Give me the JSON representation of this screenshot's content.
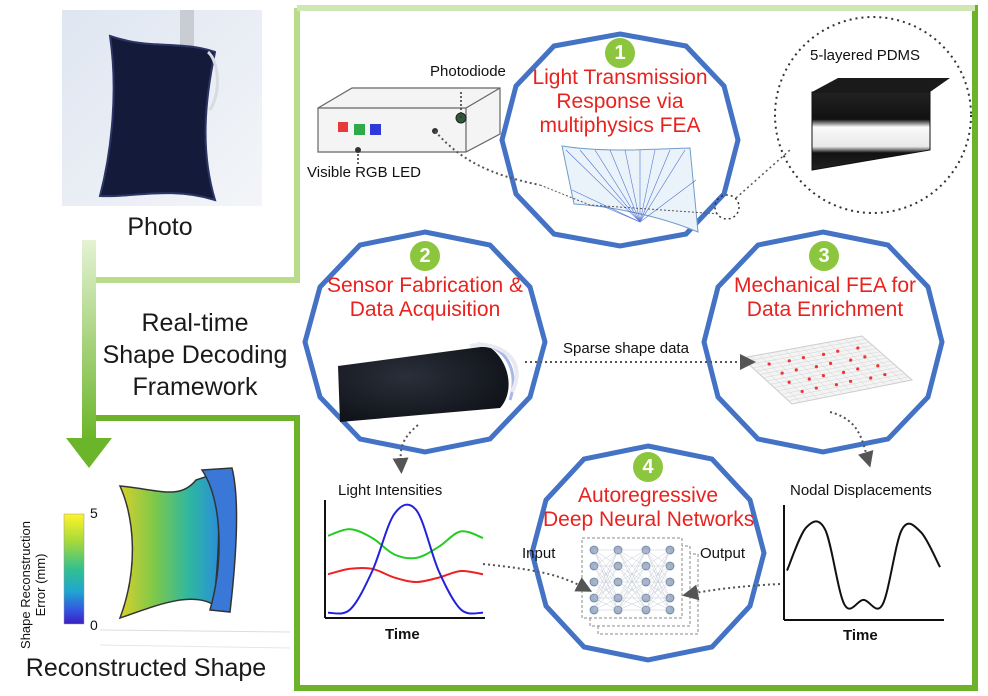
{
  "left_panel": {
    "photo_caption": "Photo",
    "framework_lines": [
      "Real-time",
      "Shape Decoding",
      "Framework"
    ],
    "reconstructed_caption": "Reconstructed Shape",
    "colorbar": {
      "label_lines": [
        "Shape Reconstruction",
        "Error (mm)"
      ],
      "max": "5",
      "min": "0",
      "colors": [
        "#fff42a",
        "#a6d93a",
        "#33c08f",
        "#1fa7d0",
        "#3453e0",
        "#3b1fc2"
      ]
    }
  },
  "steps": [
    {
      "number": "1",
      "lines": [
        "Light Transmission",
        "Response via",
        "multiphysics FEA"
      ]
    },
    {
      "number": "2",
      "lines": [
        "Sensor Fabrication &",
        "Data Acquisition"
      ]
    },
    {
      "number": "3",
      "lines": [
        "Mechanical FEA for",
        "Data Enrichment"
      ]
    },
    {
      "number": "4",
      "lines": [
        "Autoregressive",
        "Deep Neural Networks"
      ]
    }
  ],
  "device": {
    "photodiode_label": "Photodiode",
    "led_label": "Visible RGB LED",
    "pdms_label": "5-layered PDMS"
  },
  "flow": {
    "sparse_label": "Sparse shape data",
    "input_label": "Input",
    "output_label": "Output"
  },
  "light_chart": {
    "title": "Light Intensities",
    "xlabel": "Time"
  },
  "nodal_chart": {
    "title": "Nodal Displacements",
    "xlabel": "Time"
  },
  "colors": {
    "frame_green": "#8cc63f",
    "octagon_blue": "#4472c4",
    "title_red": "#e8231f",
    "curve_green": "#22cc22",
    "curve_red": "#ee2222",
    "curve_blue": "#2222dd"
  },
  "chart_data": [
    {
      "type": "line",
      "title": "Light Intensities",
      "xlabel": "Time",
      "ylabel": "",
      "series": [
        {
          "color": "green",
          "values": [
            0.72,
            0.78,
            0.7,
            0.55,
            0.52,
            0.62,
            0.76,
            0.7
          ]
        },
        {
          "color": "red",
          "values": [
            0.37,
            0.42,
            0.42,
            0.34,
            0.3,
            0.34,
            0.4,
            0.37
          ]
        },
        {
          "color": "blue",
          "values": [
            0.02,
            0.05,
            0.4,
            0.92,
            0.95,
            0.4,
            0.05,
            0.02
          ]
        }
      ]
    },
    {
      "type": "line",
      "title": "Nodal Displacements",
      "xlabel": "Time",
      "ylabel": "",
      "series": [
        {
          "values": [
            0.42,
            0.8,
            0.78,
            0.12,
            0.16,
            0.12,
            0.78,
            0.76,
            0.45
          ]
        }
      ]
    }
  ]
}
